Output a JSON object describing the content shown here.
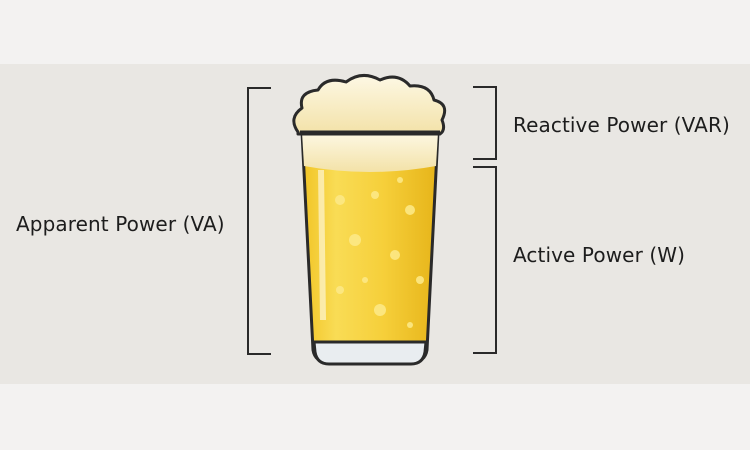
{
  "diagram": {
    "labels": {
      "apparent": "Apparent Power (VA)",
      "reactive": "Reactive Power (VAR)",
      "active": "Active Power (W)"
    },
    "colors": {
      "background": "#f3f2f1",
      "band": "#e9e7e3",
      "beer": "#f6cf3a",
      "foam": "#fbf1cc",
      "outline": "#2a2a2a",
      "text": "#1d1d1d"
    },
    "illustration": "beer-glass-icon"
  }
}
